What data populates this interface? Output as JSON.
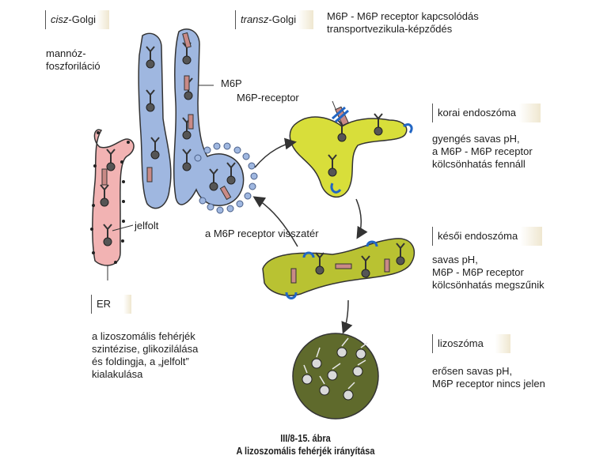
{
  "labels": {
    "cisz_golgi_prefix": "cisz",
    "cisz_golgi_suffix": "-Golgi",
    "transz_golgi_prefix": "transz",
    "transz_golgi_suffix": "-Golgi",
    "m6p_binding": "M6P - M6P receptor kapcsolódás\ntransportvezikula-képződés",
    "mannose": "mannóz-\nfoszforiláció",
    "m6p": "M6P",
    "m6p_receptor": "M6P-receptor",
    "jelfolt": "jelfolt",
    "receptor_return": "a M6P receptor visszatér",
    "er": "ER",
    "er_desc": "a lizoszomális fehérjék\nszintézise, glikozilálása\nés foldingja, a „jelfolt”\nkialakulása",
    "early_endosome": "korai endoszóma",
    "early_desc": "gyengés savas pH,\na M6P - M6P receptor\nkölcsönhatás fennáll",
    "late_endosome": "késői endoszóma",
    "late_desc": "savas pH,\nM6P - M6P receptor\nkölcsönhatás megszűnik",
    "lysosome": "lizoszóma",
    "lysosome_desc": "erősen savas pH,\nM6P receptor nincs jelen"
  },
  "caption": {
    "figure_number": "III/8-15. ábra",
    "title": "A lizoszomális fehérjék irányítása"
  },
  "colors": {
    "er": "#f2b3b3",
    "golgi": "#9fb7e0",
    "endosome": "#d8de3a",
    "late_endosome": "#b9c232",
    "lysosome": "#5f6a2c",
    "vesicle": "#9fb7e0",
    "receptor": "#2266c4",
    "protein_bar": "#c98a86"
  }
}
